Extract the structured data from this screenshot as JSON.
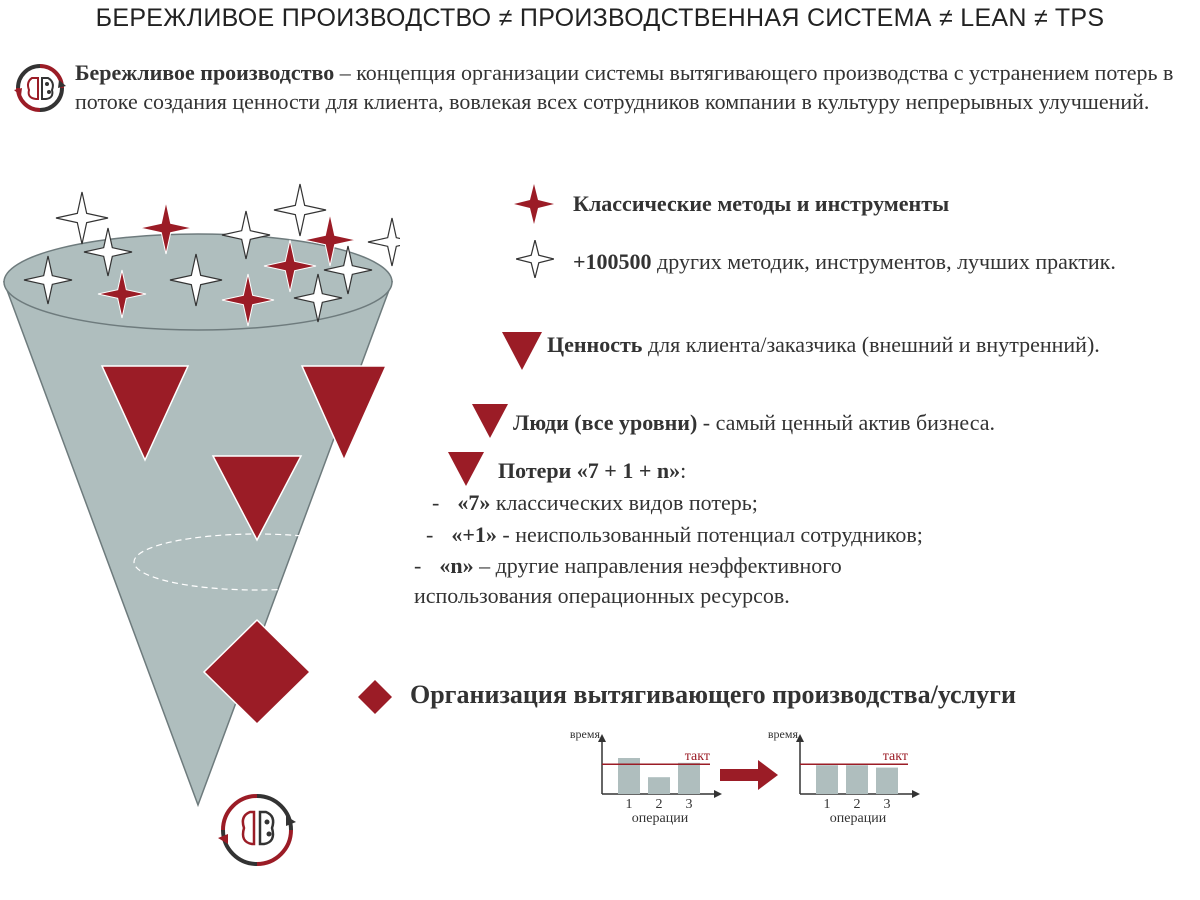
{
  "title": "БЕРЕЖЛИВОЕ ПРОИЗВОДСТВО ≠ ПРОИЗВОДСТВЕННАЯ СИСТЕМА ≠ LEAN ≠ TPS",
  "definition": {
    "term": "Бережливое производство",
    "text": " – концепция организации системы вытягивающего производства с устранением потерь в потоке создания ценности для клиента, вовлекая всех сотрудников компании в культуру непрерывных улучшений."
  },
  "legend": {
    "classic": {
      "label": "Классические методы и инструменты"
    },
    "other": {
      "bold": "+100500",
      "text": " других методик, инструментов, лучших практик."
    },
    "value": {
      "bold": "Ценность",
      "text": " для клиента/заказчика (внешний и внутренний)."
    },
    "people": {
      "bold": "Люди (все уровни)",
      "text": " - самый ценный актив бизнеса."
    },
    "losses": {
      "bold": "Потери «7 + 1 + n»",
      "tail": ":",
      "items": [
        {
          "dash": "-",
          "bold": "«7»",
          "text": " классических видов потерь;"
        },
        {
          "dash": "-",
          "bold": "«+1»",
          "text": " - неиспользованный потенциал сотрудников;"
        },
        {
          "dash": "-",
          "bold": "«n»",
          "text": " – другие направления неэффективного использования операционных ресурсов."
        }
      ]
    },
    "pull": {
      "label": "Организация вытягивающего производства/услуги"
    }
  },
  "colors": {
    "accent": "#9b1c26",
    "funnel": "#afbebe",
    "funnel_stroke": "#6e7b7d",
    "text": "#333333"
  },
  "chart_data": [
    {
      "type": "bar",
      "categories": [
        "1",
        "2",
        "3"
      ],
      "values": [
        0.75,
        0.35,
        0.65
      ],
      "takt": 0.62,
      "ylabel": "время",
      "xlabel": "операции",
      "takt_label": "такт"
    },
    {
      "type": "bar",
      "categories": [
        "1",
        "2",
        "3"
      ],
      "values": [
        0.6,
        0.6,
        0.55
      ],
      "takt": 0.62,
      "ylabel": "время",
      "xlabel": "операции",
      "takt_label": "такт"
    }
  ]
}
